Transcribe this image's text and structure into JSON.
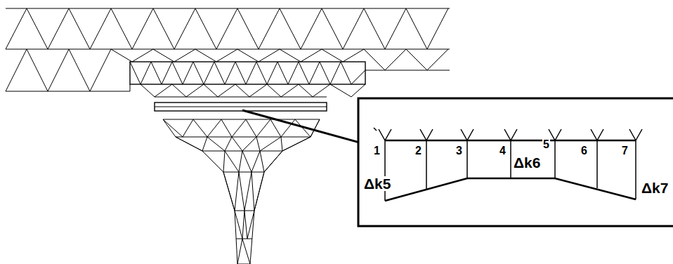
{
  "diagram": {
    "labels": [
      "1",
      "2",
      "3",
      "4",
      "5",
      "6",
      "7",
      "Δk5",
      "Δk6",
      "Δk7"
    ]
  }
}
